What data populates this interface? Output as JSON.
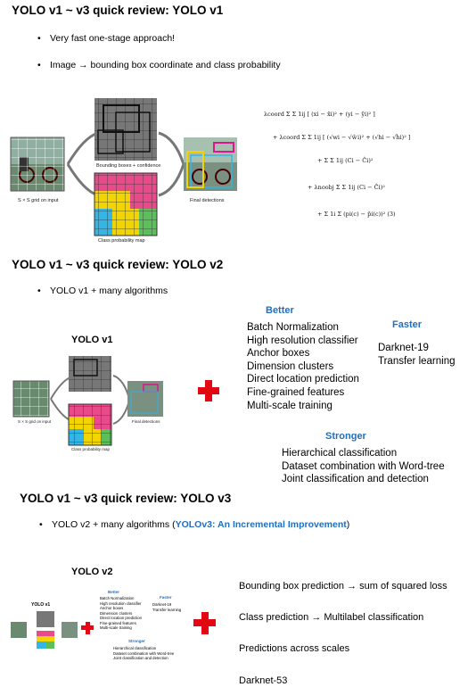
{
  "section1": {
    "title": "YOLO v1 ~ v3 quick review: YOLO v1",
    "bullets": [
      "Very fast one-stage approach!",
      "Image → bounding box coordinate and class probability"
    ],
    "figure": {
      "grid_caption": "S × S grid on input",
      "bbox_caption": "Bounding boxes + confidence",
      "class_caption": "Class probability map",
      "final_caption": "Final detections"
    },
    "loss_lines": [
      "λcoord Σ Σ 1ij [ (xi − x̂i)² + (yi − ŷi)² ]",
      "+ λcoord Σ Σ 1ij [ (√wi − √ŵi)² + (√hi − √ĥi)² ]",
      "+ Σ Σ 1ij (Ci − Ĉi)²",
      "+ λnoobj Σ Σ 1ij (Ci − Ĉi)²",
      "+ Σ 1i Σ (pi(c) − p̂i(c))²   (3)"
    ]
  },
  "section2": {
    "title": "YOLO v1 ~ v3 quick review: YOLO v2",
    "bullet": "YOLO v1 + many algorithms",
    "yolo_label": "YOLO v1",
    "better_heading": "Better",
    "better_items": [
      "Batch Normalization",
      "High resolution classifier",
      "Anchor boxes",
      "Dimension clusters",
      "Direct location prediction",
      "Fine-grained features",
      "Multi-scale training"
    ],
    "faster_heading": "Faster",
    "faster_items": [
      "Darknet-19",
      "Transfer learning"
    ],
    "stronger_heading": "Stronger",
    "stronger_items": [
      "Hierarchical classification",
      "Dataset combination with Word-tree",
      "Joint classification and detection"
    ]
  },
  "section3": {
    "title": "YOLO v1 ~ v3 quick review: YOLO v3",
    "bullet_prefix": "YOLO v2 + many algorithms (",
    "bullet_link": "YOLOv3: An Incremental Improvement",
    "bullet_suffix": ")",
    "yolo_label": "YOLO v2",
    "items": [
      "Bounding box prediction → sum of squared loss",
      "Class prediction → Multilabel classification",
      "Predictions across scales",
      "Darknet-53"
    ]
  },
  "colors": {
    "accent_blue": "#1f6fbf",
    "plus_red": "#e30613"
  }
}
